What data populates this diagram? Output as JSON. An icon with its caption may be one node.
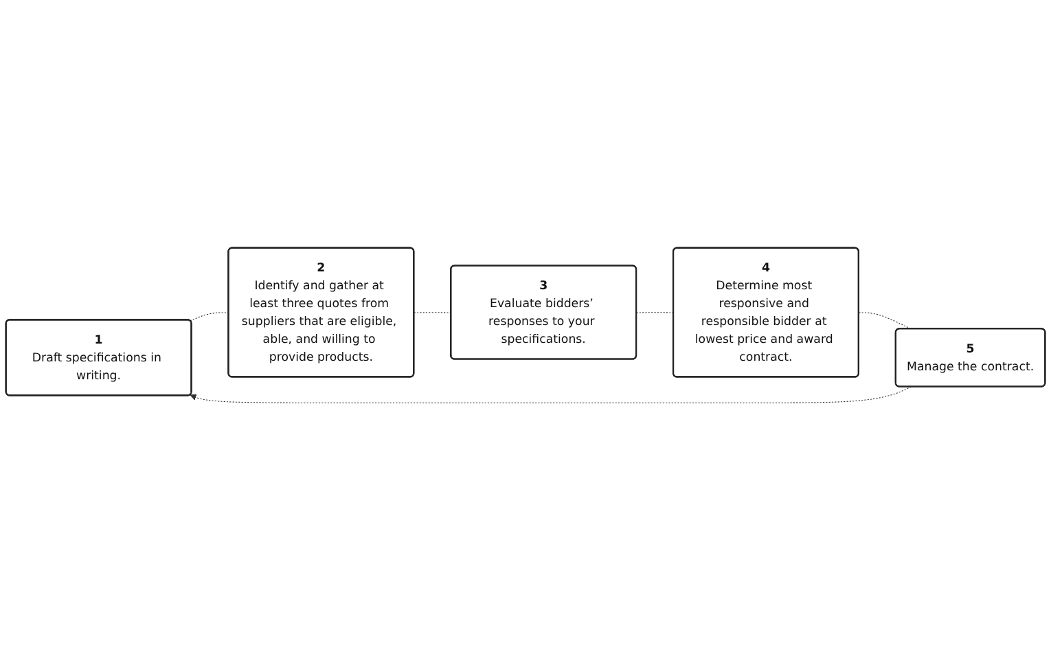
{
  "diagram": {
    "nodes": [
      {
        "text": [
          "1",
          "Draft specifications in writing."
        ]
      },
      {
        "text": [
          "2",
          "Identify and gather at least three quotes from suppliers that are eligible, able, and willing to provide products."
        ]
      },
      {
        "text": [
          "3",
          "Evaluate bidders’ responses to your specifications."
        ]
      },
      {
        "text": [
          "4",
          "Determine most responsive and responsible bidder at lowest price and award contract."
        ]
      },
      {
        "text": [
          "5",
          "Manage the contract."
        ]
      }
    ],
    "edges": [
      {
        "from": 0,
        "to": 1,
        "arrow": "none",
        "style": "dashed"
      },
      {
        "from": 1,
        "to": 2,
        "arrow": "none",
        "style": "dashed"
      },
      {
        "from": 2,
        "to": 3,
        "arrow": "none",
        "style": "dashed"
      },
      {
        "from": 3,
        "to": 4,
        "arrow": "none",
        "style": "dashed"
      },
      {
        "from": 4,
        "to": 0,
        "arrow": "to",
        "style": "dashed"
      }
    ]
  }
}
